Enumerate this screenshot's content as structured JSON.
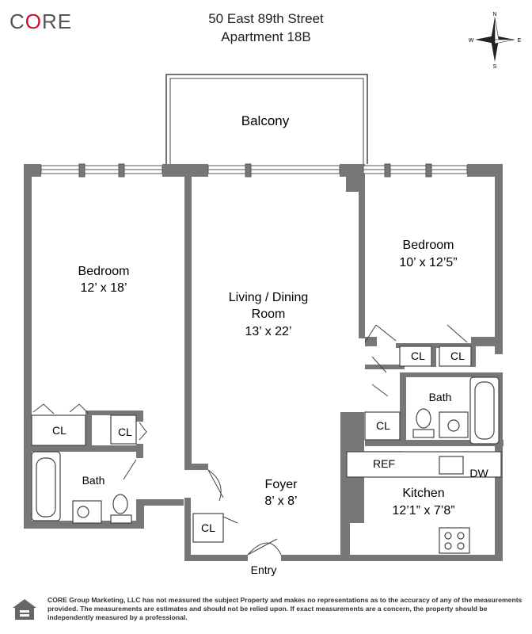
{
  "brand": {
    "logo_text_a": "C",
    "logo_text_b": "O",
    "logo_text_c": "RE"
  },
  "header": {
    "address": "50 East 89th Street",
    "unit": "Apartment 18B"
  },
  "compass": {
    "n": "N",
    "s": "S",
    "e": "E",
    "w": "W"
  },
  "rooms": {
    "balcony": "Balcony",
    "bedroom_left_name": "Bedroom",
    "bedroom_left_size": "12’ x 18’",
    "living_name_1": "Living / Dining",
    "living_name_2": "Room",
    "living_size": "13’ x 22’",
    "bedroom_right_name": "Bedroom",
    "bedroom_right_size": "10’ x 12’5”",
    "foyer_name": "Foyer",
    "foyer_size": "8’ x 8’",
    "kitchen_name": "Kitchen",
    "kitchen_size": "12’1” x 7’8”",
    "bath_left": "Bath",
    "bath_right": "Bath",
    "entry": "Entry"
  },
  "labels": {
    "cl": "CL",
    "ref": "REF",
    "dw": "DW"
  },
  "disclaimer": "CORE Group Marketing, LLC has not measured the subject Property and makes no representations as to the accuracy of any of the measurements provided. The measurements are estimates and should not be relied upon. If exact measurements are a concern, the property should be independently measured by a professional.",
  "colors": {
    "wall": "#777777",
    "brand_accent": "#c8102e",
    "text": "#222222"
  }
}
